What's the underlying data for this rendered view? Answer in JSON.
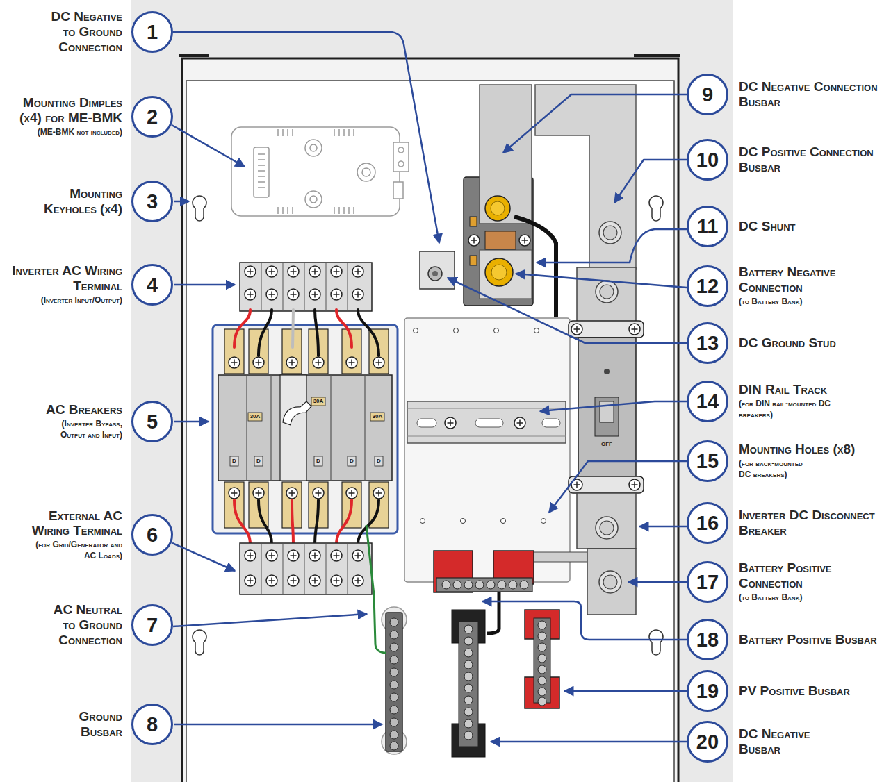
{
  "diagram": {
    "nodes": [
      {
        "text": [
          "1",
          "DC Negative to Ground Connection"
        ]
      },
      {
        "text": [
          "2",
          "Mounting Dimples (x4) for ME-BMK",
          "(ME-BMK not included)"
        ]
      },
      {
        "text": [
          "3",
          "Mounting Keyholes (x4)"
        ]
      },
      {
        "text": [
          "4",
          "Inverter AC Wiring Terminal",
          "(Inverter Input/Output)"
        ]
      },
      {
        "text": [
          "5",
          "AC Breakers",
          "(Inverter Bypass, Output and Input)"
        ]
      },
      {
        "text": [
          "6",
          "External AC Wiring Terminal",
          "(for Grid/Generator and AC Loads)"
        ]
      },
      {
        "text": [
          "7",
          "AC Neutral to Ground Connection"
        ]
      },
      {
        "text": [
          "8",
          "Ground Busbar"
        ]
      },
      {
        "text": [
          "9",
          "DC Negative Connection Busbar"
        ]
      },
      {
        "text": [
          "10",
          "DC Positive Connection Busbar"
        ]
      },
      {
        "text": [
          "11",
          "DC Shunt"
        ]
      },
      {
        "text": [
          "12",
          "Battery Negative Connection",
          "(to Battery Bank)"
        ]
      },
      {
        "text": [
          "13",
          "DC Ground Stud"
        ]
      },
      {
        "text": [
          "14",
          "DIN Rail Track",
          "(for DIN rail-mounted DC breakers)"
        ]
      },
      {
        "text": [
          "15",
          "Mounting Holes (x8)",
          "(for back-mounted DC breakers)"
        ]
      },
      {
        "text": [
          "16",
          "Inverter DC Disconnect Breaker"
        ]
      },
      {
        "text": [
          "17",
          "Battery Positive Connection",
          "(to Battery Bank)"
        ]
      },
      {
        "text": [
          "18",
          "Battery Positive Busbar"
        ]
      },
      {
        "text": [
          "19",
          "PV Positive Busbar"
        ]
      },
      {
        "text": [
          "20",
          "DC Negative Busbar"
        ]
      }
    ],
    "labels": [
      "30A",
      "30A",
      "30A",
      "OFF",
      "D",
      "D",
      "D",
      "D",
      "D"
    ]
  }
}
